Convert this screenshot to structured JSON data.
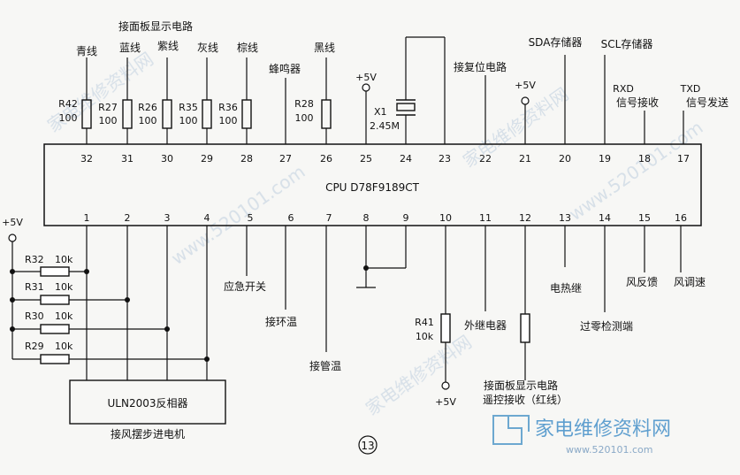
{
  "chip_label": "CPU D78F9189CT",
  "top_pins": [
    "32",
    "31",
    "30",
    "29",
    "28",
    "27",
    "26",
    "25",
    "24",
    "23",
    "22",
    "21",
    "20",
    "19",
    "18",
    "17"
  ],
  "bottom_pins": [
    "1",
    "2",
    "3",
    "4",
    "5",
    "6",
    "7",
    "8",
    "9",
    "10",
    "11",
    "12",
    "13",
    "14",
    "15",
    "16"
  ],
  "top_labels": {
    "qing": "青线",
    "panel_header": "接面板显示电路",
    "lan": "蓝线",
    "zi": "紫线",
    "hui": "灰线",
    "zong": "棕线",
    "buzzer": "蜂鸣器",
    "hei": "黑线",
    "reset": "接复位电路",
    "sda": "SDA存储器",
    "scl": "SCL存储器",
    "rxd": "RXD",
    "rxd_sub": "信号接收",
    "txd": "TXD",
    "txd_sub": "信号发送",
    "plus5v_25": "+5V",
    "plus5v_21": "+5V"
  },
  "resistors_top": [
    {
      "name": "R42",
      "value": "100"
    },
    {
      "name": "R27",
      "value": "100"
    },
    {
      "name": "R26",
      "value": "100"
    },
    {
      "name": "R35",
      "value": "100"
    },
    {
      "name": "R36",
      "value": "100"
    },
    {
      "name": "R28",
      "value": "100"
    }
  ],
  "crystal": {
    "name": "X1",
    "value": "2.45M"
  },
  "left": {
    "plus5v": "+5V",
    "resistors": [
      {
        "name": "R32",
        "value": "10k"
      },
      {
        "name": "R31",
        "value": "10k"
      },
      {
        "name": "R30",
        "value": "10k"
      },
      {
        "name": "R29",
        "value": "10k"
      }
    ],
    "uln": "ULN2003反相器",
    "motor": "接风摆步进电机"
  },
  "bottom_labels": {
    "emergency": "应急开关",
    "ambient": "接环温",
    "pipe": "接管温",
    "relay": "外继电器",
    "heater": "电热继",
    "zero": "过零检测端",
    "fan_fb": "风反馈",
    "fan_speed": "风调速",
    "r41_name": "R41",
    "r41_value": "10k",
    "plus5v": "+5V",
    "remote1": "接面板显示电路",
    "remote2": "遥控接收（红线）"
  },
  "figure_number": "13",
  "watermark_text": [
    "家电维修资料网",
    "www.520101.com"
  ],
  "logo": {
    "title": "家电维修资料网",
    "url": "www.520101.com"
  }
}
